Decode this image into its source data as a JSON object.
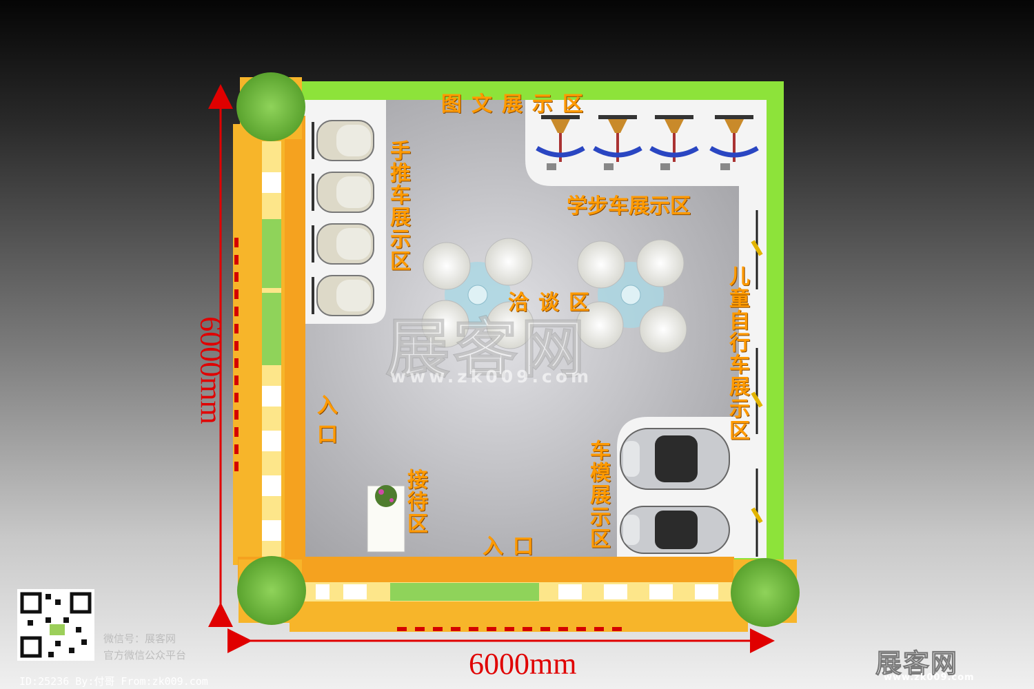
{
  "zones": {
    "graphics_display": "图文展示区",
    "stroller_display": "手推车展示区",
    "walker_display": "学步车展示区",
    "negotiation": "洽谈区",
    "kids_bike_display": "儿童自行车展示区",
    "entrance_left": "入口",
    "reception": "接待区",
    "entrance_bottom": "入口",
    "car_model_display": "车模展示区"
  },
  "dimensions": {
    "width": "6000mm",
    "height": "6000mm"
  },
  "watermark": {
    "brand": "展客网",
    "url": "www.zk009.com"
  },
  "wechat": {
    "line1": "微信号：展客网",
    "line2": "官方微信公众平台"
  },
  "credit": "ID:25236 By:付哥 From:zk009.com",
  "colors": {
    "frame_green": "#8de33a",
    "wall_yellow": "#f7b52a",
    "floor_gray": "#b9b9bd",
    "tree_green": "#6ab63a",
    "label_orange": "#ff9a00",
    "dimension_red": "#e00000"
  }
}
